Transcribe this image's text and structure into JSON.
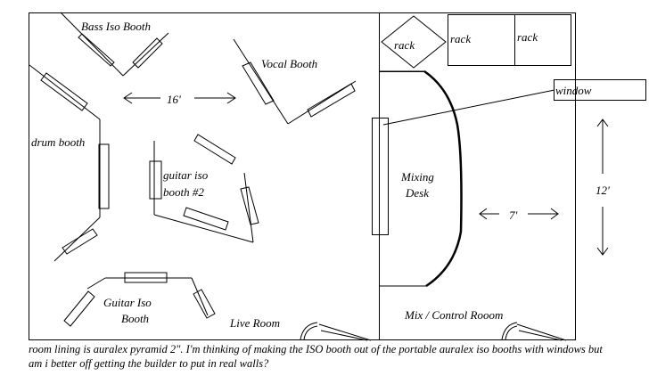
{
  "labels": {
    "bass_iso_booth": "Bass Iso Booth",
    "vocal_booth": "Vocal Booth",
    "distance_16": "16'",
    "drum_booth": "drum booth",
    "guitar_iso_booth_2_line1": "guitar iso",
    "guitar_iso_booth_2_line2": "booth #2",
    "guitar_iso_booth_line1": "Guitar Iso",
    "guitar_iso_booth_line2": "Booth",
    "live_room": "Live Room",
    "rack_diamond": "rack",
    "rack_2": "rack",
    "rack_3": "rack",
    "window": "window",
    "mixing_desk_line1": "Mixing",
    "mixing_desk_line2": "Desk",
    "distance_7": "7'",
    "distance_12": "12'",
    "mix_control_room": "Mix / Control Rooom"
  },
  "caption": "room lining is auralex pyramid 2\". I'm thinking of making the ISO booth out of the portable auralex iso booths with windows but am i better off getting the builder to put in real walls?"
}
